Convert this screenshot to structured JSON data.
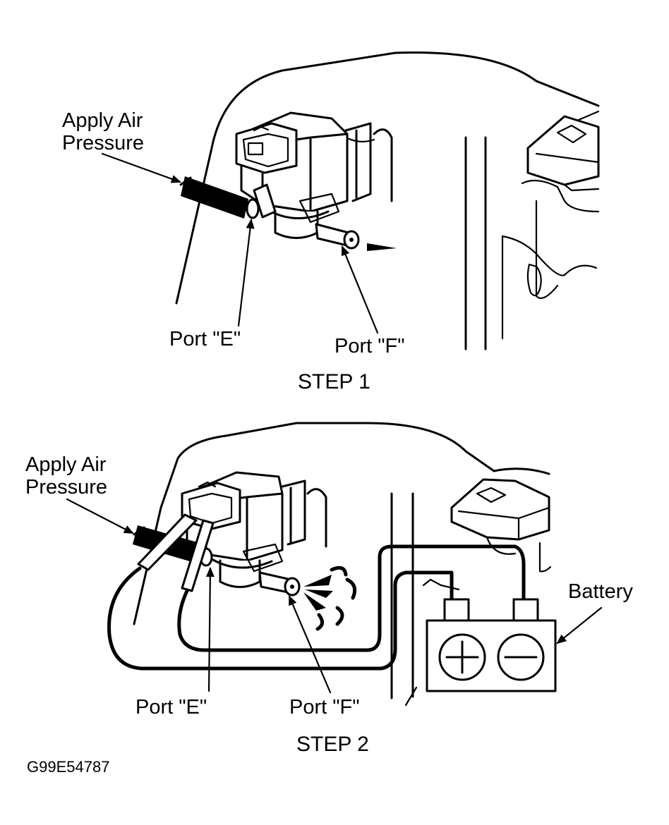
{
  "step1": {
    "apply_air_line1": "Apply Air",
    "apply_air_line2": "Pressure",
    "port_e": "Port \"E\"",
    "port_f": "Port \"F\"",
    "title": "STEP 1"
  },
  "step2": {
    "apply_air_line1": "Apply Air",
    "apply_air_line2": "Pressure",
    "port_e": "Port \"E\"",
    "port_f": "Port \"F\"",
    "battery": "Battery",
    "positive_symbol": "+",
    "negative_symbol": "−",
    "title": "STEP 2"
  },
  "figure_code": "G99E54787"
}
